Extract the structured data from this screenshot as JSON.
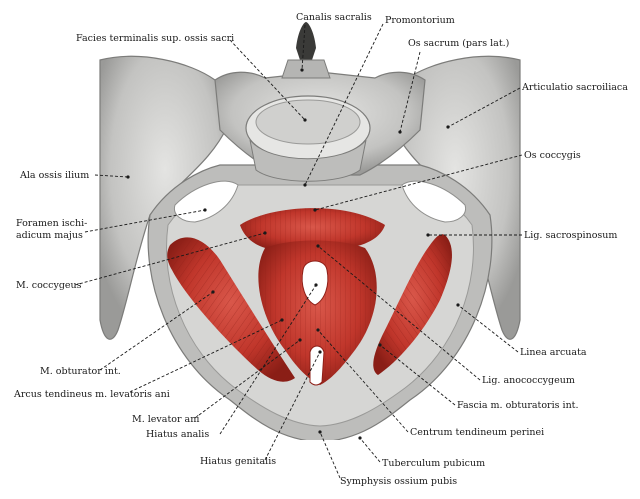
{
  "labels": {
    "canalis_sacralis": "Canalis sacralis",
    "promontorium": "Promontorium",
    "facies_terminalis": "Facies terminalis sup. ossis sacri",
    "os_sacrum": "Os sacrum (pars lat.)",
    "articulatio_sacroiliaca": "Articulatio sacroiliaca",
    "os_coccygis": "Os coccygis",
    "ala_ossis_ilium": "Ala ossis ilium",
    "foramen_line1": "Foramen ischi-",
    "foramen_line2": "adicum majus",
    "lig_sacrospinosum": "Lig. sacrospinosum",
    "m_coccygeus": "M. coccygeus",
    "linea_arcuata": "Linea arcuata",
    "m_obturator_int": "M. obturator int.",
    "arcus_tendineus": "Arcus tendineus m. levatoris ani",
    "lig_anococcygeum": "Lig. anococcygeum",
    "fascia_obturatoris": "Fascia m. obturatoris int.",
    "m_levator_ani": "M. levator ani",
    "hiatus_analis": "Hiatus analis",
    "centrum_tendineum": "Centrum tendineum perinei",
    "hiatus_genitalis": "Hiatus genitalis",
    "tuberculum_pubicum": "Tuberculum pubicum",
    "symphysis": "Symphysis ossium pubis"
  },
  "colors": {
    "bone": "#c9c9c7",
    "bone_shadow": "#8f8f8d",
    "bone_light": "#e6e6e4",
    "muscle": "#c83a2e",
    "muscle_dark": "#8e1f17",
    "leader": "#1a1a1a"
  }
}
